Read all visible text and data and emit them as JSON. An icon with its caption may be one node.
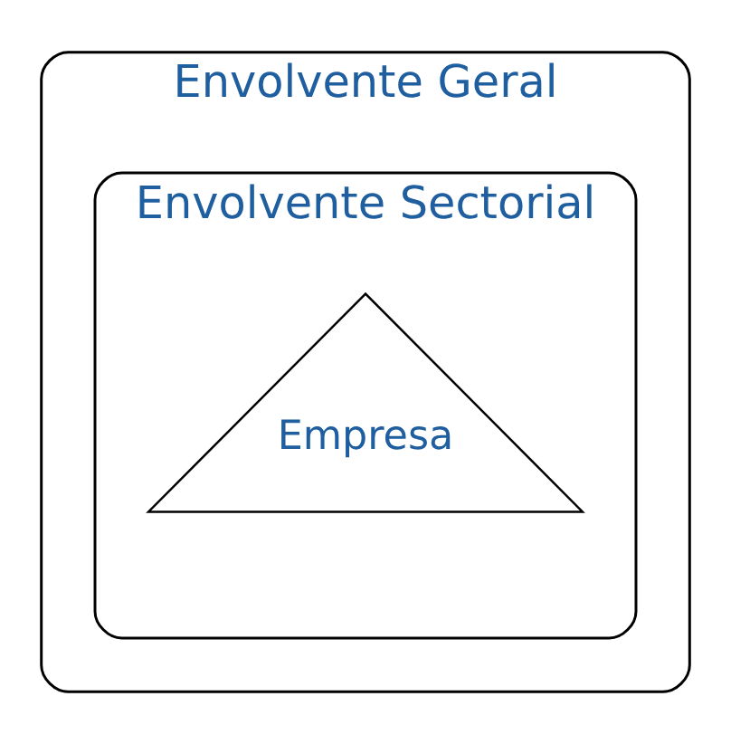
{
  "diagram": {
    "nodes": [
      {
        "text": [
          "Envolvente Geral"
        ]
      },
      {
        "text": [
          "Envolvente Sectorial"
        ],
        "in": 0
      },
      {
        "text": [
          "Empresa"
        ],
        "in": 1
      }
    ]
  }
}
